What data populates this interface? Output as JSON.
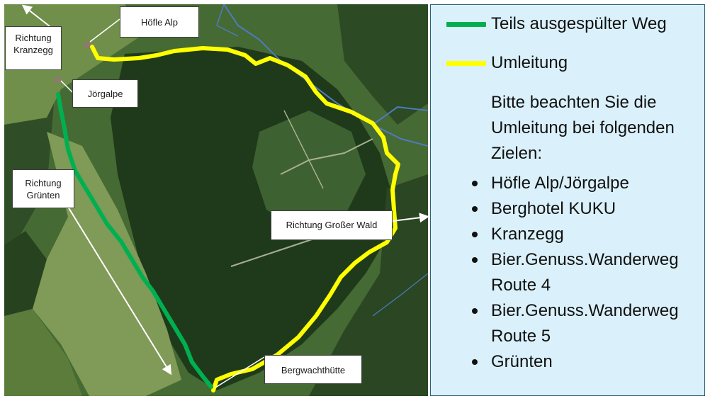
{
  "map": {
    "labels": {
      "kranzegg": "Richtung\nKranzegg",
      "hoefle_alp": "Höfle Alp",
      "joergalpe": "Jörgalpe",
      "gruenten": "Richtung\nGrünten",
      "grosser_wald": "Richtung Großer Wald",
      "bergwachthuette": "Bergwachthütte"
    },
    "colors": {
      "washed_out_path": "#00b050",
      "detour": "#ffff00"
    }
  },
  "legend": {
    "items": [
      {
        "label": "Teils ausgespülter Weg",
        "color": "#00b050"
      },
      {
        "label": "Umleitung",
        "color": "#ffff00"
      }
    ],
    "note": "Bitte beachten Sie die Umleitung bei folgenden Zielen:",
    "destinations": [
      "Höfle Alp/Jörgalpe",
      "Berghotel KUKU",
      "Kranzegg",
      "Bier.Genuss.Wanderweg Route 4",
      "Bier.Genuss.Wanderweg Route 5",
      "Grünten"
    ]
  }
}
